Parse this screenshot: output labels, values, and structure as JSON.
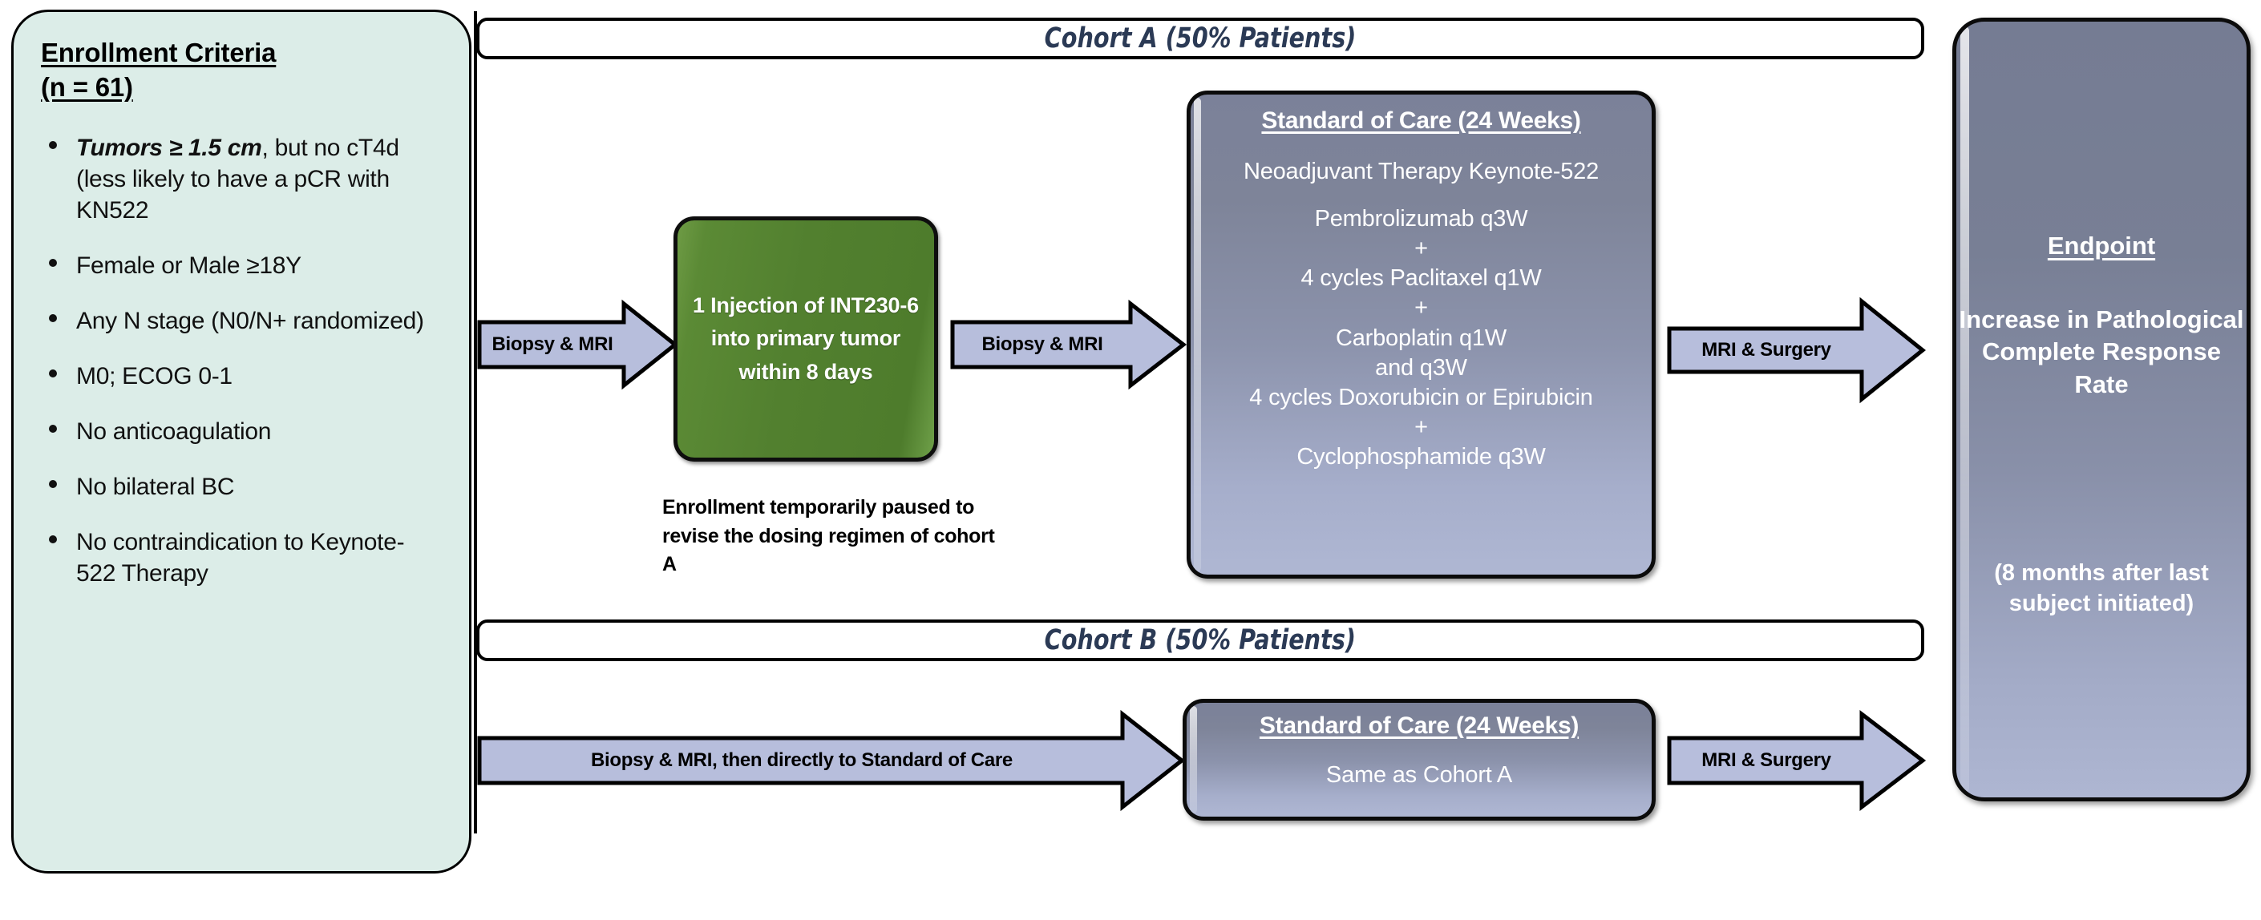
{
  "enrollment": {
    "title_line1": "Enrollment Criteria",
    "title_line2": "(n = 61)",
    "items": [
      {
        "strong": "Tumors ≥ 1.5 cm",
        "rest": ", but no cT4d (less likely to have a pCR with KN522"
      },
      {
        "strong": "",
        "rest": "Female or Male ≥18Y"
      },
      {
        "strong": "",
        "rest": "Any N stage (N0/N+ randomized)"
      },
      {
        "strong": "",
        "rest": "M0; ECOG 0-1"
      },
      {
        "strong": "",
        "rest": "No anticoagulation"
      },
      {
        "strong": "",
        "rest": "No bilateral BC"
      },
      {
        "strong": "",
        "rest": "No contraindication to Keynote-522 Therapy"
      }
    ]
  },
  "cohorts": {
    "a_header": "Cohort A (50% Patients)",
    "b_header": "Cohort B (50% Patients)"
  },
  "arrows": {
    "biopsy_mri_1": "Biopsy & MRI",
    "biopsy_mri_2": "Biopsy & MRI",
    "mri_surgery_a": "MRI & Surgery",
    "mri_surgery_b": "MRI & Surgery",
    "cohort_b_direct": "Biopsy & MRI, then directly to Standard of Care"
  },
  "injection": {
    "text": "1 Injection of INT230-6 into primary tumor within 8 days",
    "note": "Enrollment temporarily paused to revise the dosing regimen of cohort A"
  },
  "soc_a": {
    "title": "Standard of Care (24 Weeks)",
    "line1": "Neoadjuvant Therapy Keynote-522",
    "line2": "Pembrolizumab q3W",
    "plus1": "+",
    "line3": "4 cycles Paclitaxel q1W",
    "plus2": "+",
    "line4": "Carboplatin q1W",
    "line5": "and q3W",
    "line6": "4 cycles Doxorubicin or Epirubicin",
    "plus3": "+",
    "line7": "Cyclophosphamide q3W"
  },
  "soc_b": {
    "title": "Standard of Care (24 Weeks)",
    "body": "Same as Cohort A"
  },
  "endpoint": {
    "title": "Endpoint",
    "main": "Increase in Pathological Complete Response Rate",
    "note": "(8 months after last subject initiated)"
  },
  "colors": {
    "panel_bg": "#DCEDE8",
    "arrow_fill": "#B7BEDC",
    "injection_green": "#54822F",
    "soc_gradient_top": "#7B8199",
    "soc_gradient_bottom": "#AFB7D3",
    "cohort_title": "#2B3A55"
  }
}
